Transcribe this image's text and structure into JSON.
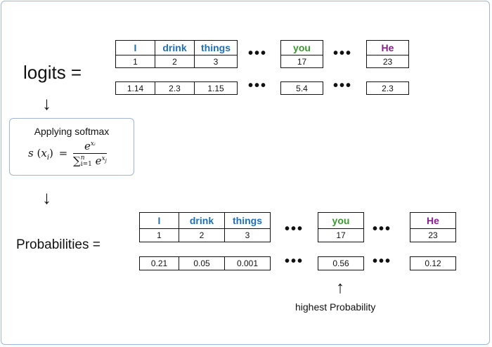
{
  "labels": {
    "logits": "logits =",
    "probabilities": "Probabilities =",
    "softmax_title": "Applying softmax",
    "highest": "highest Probability",
    "down_arrow": "↓",
    "up_arrow": "↑",
    "dots": "•••"
  },
  "formula": {
    "lhs_s": "s",
    "lhs_x": "x",
    "lhs_i": "i",
    "eq": "=",
    "num_e": "e",
    "num_sup": "xᵢ",
    "sum": "∑",
    "sum_sub": "i=1",
    "sum_sup": "n",
    "den_e": "e",
    "den_sup": "x",
    "den_sup_sub": "j"
  },
  "colors": {
    "blue": "#1f6fb8",
    "green": "#3a9a2f",
    "purple": "#8a1f8f",
    "border_accent": "#9fb6d6"
  },
  "top_table": {
    "tokens": [
      {
        "word": "I",
        "id": "1",
        "logit": "1.14",
        "color": "#1f6fb8"
      },
      {
        "word": "drink",
        "id": "2",
        "logit": "2.3",
        "color": "#1f6fb8"
      },
      {
        "word": "things",
        "id": "3",
        "logit": "1.15",
        "color": "#1f6fb8"
      },
      {
        "word": "you",
        "id": "17",
        "logit": "5.4",
        "color": "#3a9a2f"
      },
      {
        "word": "He",
        "id": "23",
        "logit": "2.3",
        "color": "#8a1f8f"
      }
    ]
  },
  "bottom_table": {
    "tokens": [
      {
        "word": "I",
        "id": "1",
        "prob": "0.21",
        "color": "#1f6fb8"
      },
      {
        "word": "drink",
        "id": "2",
        "prob": "0.05",
        "color": "#1f6fb8"
      },
      {
        "word": "things",
        "id": "3",
        "prob": "0.001",
        "color": "#1f6fb8"
      },
      {
        "word": "you",
        "id": "17",
        "prob": "0.56",
        "color": "#3a9a2f"
      },
      {
        "word": "He",
        "id": "23",
        "prob": "0.12",
        "color": "#8a1f8f"
      }
    ]
  }
}
